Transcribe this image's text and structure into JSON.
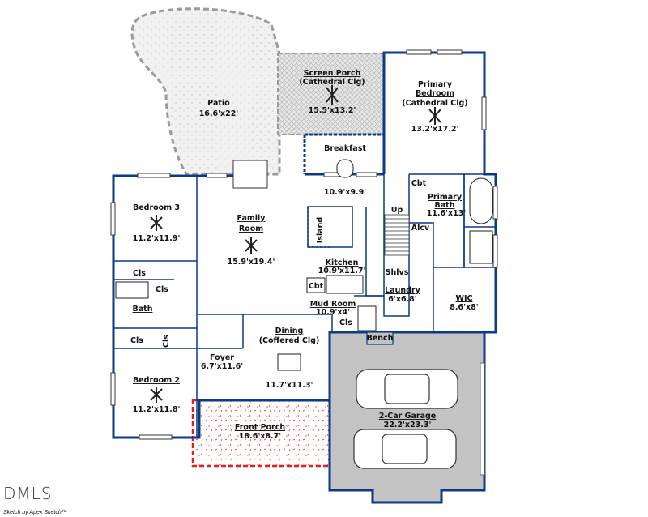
{
  "brand": "DMLS",
  "credit": "Sketch by Apex Sketch™",
  "colors": {
    "wall": "#0b3a86",
    "garage": "#c3c3c3",
    "porch": "#e02020",
    "patio": "#9a9a9a"
  },
  "rooms": {
    "patio": {
      "name": "Patio",
      "size": "16.6'x22'"
    },
    "screen_porch": {
      "name": "Screen Porch",
      "note": "(Cathedral Clg)",
      "size": "15.5'x13.2'"
    },
    "primary_bedroom": {
      "name1": "Primary",
      "name2": "Bedroom",
      "note": "(Cathedral Clg)",
      "size": "13.2'x17.2'"
    },
    "breakfast": {
      "name": "Breakfast",
      "size": "10.9'x9.9'"
    },
    "bedroom3": {
      "name": "Bedroom 3",
      "size": "11.2'x11.9'"
    },
    "family": {
      "name1": "Family",
      "name2": "Room",
      "size": "15.9'x19.4'"
    },
    "island": "Island",
    "kitchen": {
      "name": "Kitchen",
      "size": "10.9'x11.7'"
    },
    "cbt_kitchen": "Cbt",
    "mud": {
      "name": "Mud Room",
      "size": "10.9'x4'"
    },
    "cls_mud": "Cls",
    "bench": "Bench",
    "up": "Up",
    "shlvs": "Shlvs",
    "laundry": {
      "name": "Laundry",
      "size": "6'x6.8'"
    },
    "cbt_bath": "Cbt",
    "primary_bath": {
      "name1": "Primary",
      "name2": "Bath",
      "size": "11.6'x13'"
    },
    "alcv": "Alcv",
    "wic": {
      "name": "WIC",
      "size": "8.6'x8'"
    },
    "cls1": "Cls",
    "cls2": "Cls",
    "cls3": "Cls",
    "cls4": "Cls",
    "bath": "Bath",
    "dining": {
      "name": "Dining",
      "note": "(Coffered Clg)",
      "size": "11.7'x11.3'"
    },
    "foyer": {
      "name": "Foyer",
      "size": "6.7'x11.6'"
    },
    "bedroom2": {
      "name": "Bedroom 2",
      "size": "11.2'x11.8'"
    },
    "front_porch": {
      "name": "Front Porch",
      "size": "18.6'x8.7'"
    },
    "garage": {
      "name": "2-Car Garage",
      "size": "22.2'x23.3'"
    }
  }
}
